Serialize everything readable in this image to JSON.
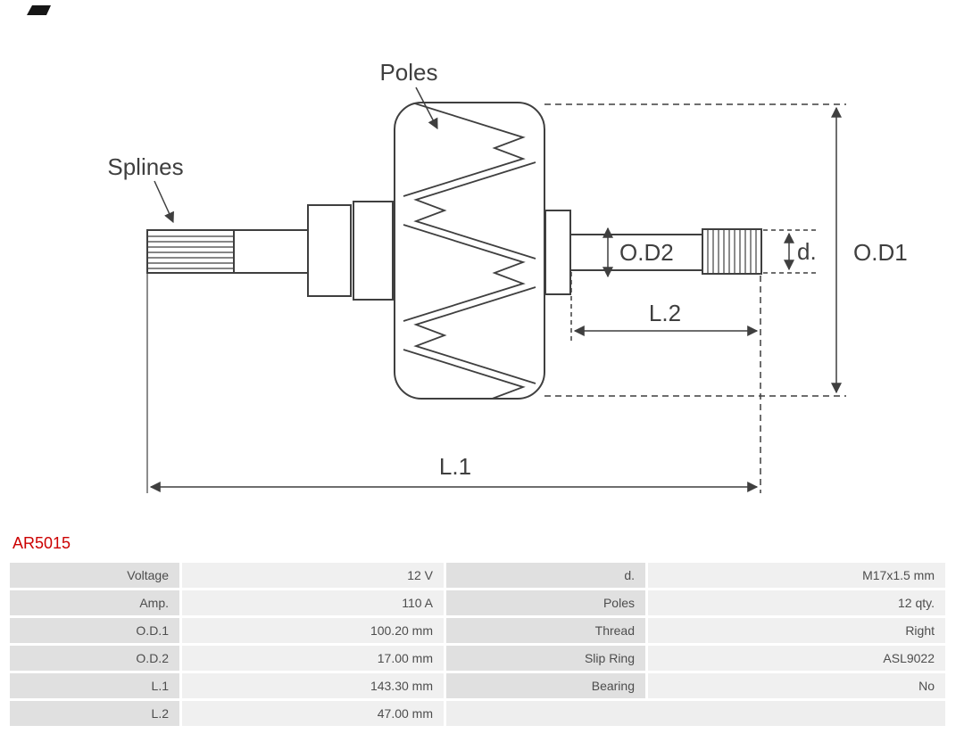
{
  "brand": {
    "logo_icon": "as-pl-logo"
  },
  "part_number": "AR5015",
  "diagram": {
    "labels": {
      "poles": "Poles",
      "splines": "Splines",
      "od2": "O.D2",
      "d": "d.",
      "od1": "O.D1",
      "l2": "L.2",
      "l1": "L.1"
    }
  },
  "table": {
    "rows": [
      {
        "label_left": "Voltage",
        "value_left": "12 V",
        "label_right": "d.",
        "value_right": "M17x1.5 mm"
      },
      {
        "label_left": "Amp.",
        "value_left": "110 A",
        "label_right": "Poles",
        "value_right": "12 qty."
      },
      {
        "label_left": "O.D.1",
        "value_left": "100.20 mm",
        "label_right": "Thread",
        "value_right": "Right"
      },
      {
        "label_left": "O.D.2",
        "value_left": "17.00 mm",
        "label_right": "Slip Ring",
        "value_right": "ASL9022"
      },
      {
        "label_left": "L.1",
        "value_left": "143.30 mm",
        "label_right": "Bearing",
        "value_right": "No"
      },
      {
        "label_left": "L.2",
        "value_left": "47.00 mm",
        "label_right": "",
        "value_right": ""
      }
    ]
  },
  "colors": {
    "accent_red": "#cc0000",
    "line": "#3f3f3f",
    "label_cell_bg": "#e0e0e0",
    "value_cell_bg": "#f0f0f0"
  }
}
